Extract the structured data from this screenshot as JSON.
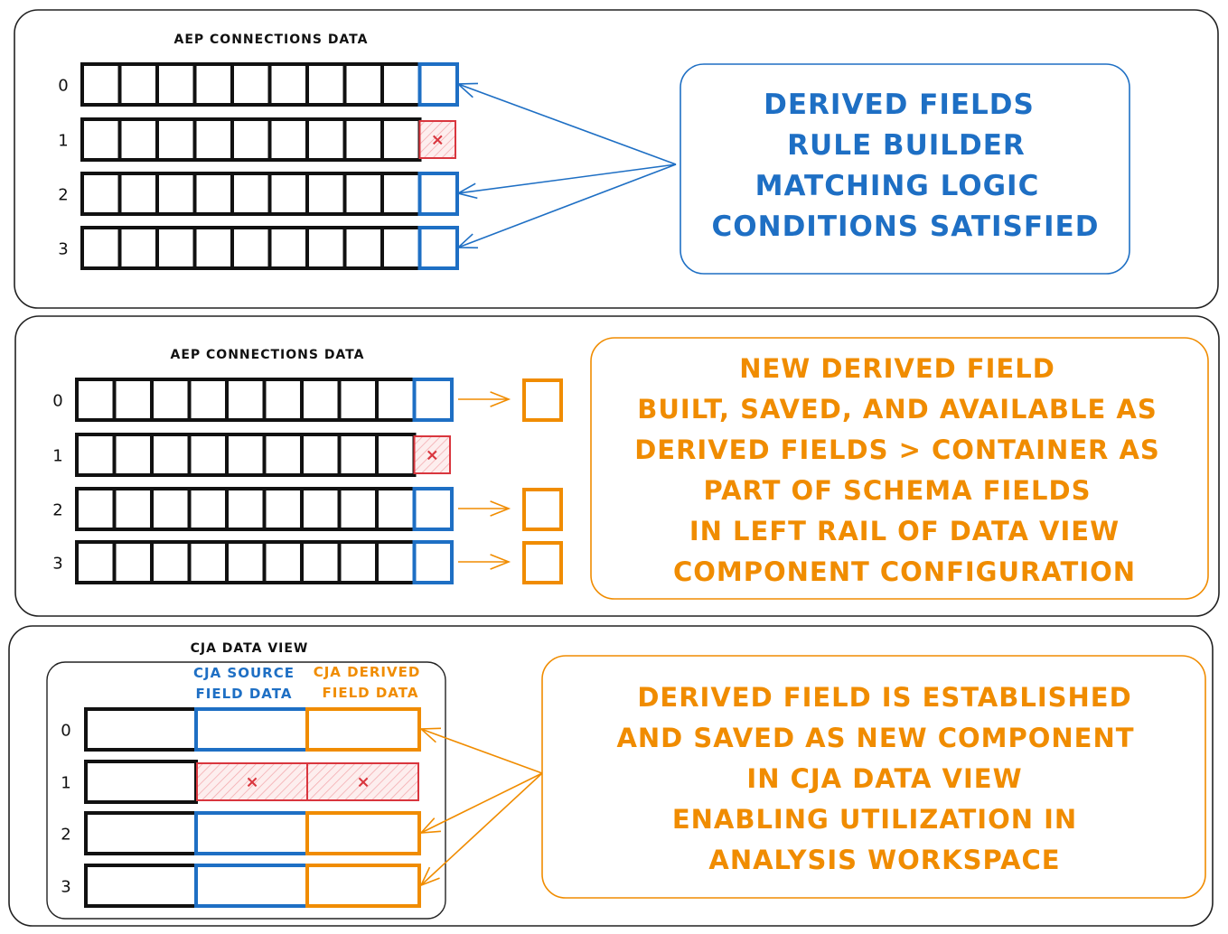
{
  "colors": {
    "black": "#111111",
    "blue": "#1e6fc4",
    "red": "#d9363e",
    "red_fill": "#f7c9cb",
    "orange": "#f08c00",
    "panel_border": "#222222"
  },
  "panel1": {
    "title": "AEP CONNECTIONS DATA",
    "row_labels": [
      "0",
      "1",
      "2",
      "3"
    ],
    "cells_per_row": 9,
    "last_cell_status": [
      "match",
      "no-match",
      "match",
      "match"
    ],
    "fail_mark": "×",
    "callout_lines": [
      "DERIVED FIELDS",
      "RULE BUILDER",
      "MATCHING LOGIC",
      "CONDITIONS SATISFIED"
    ]
  },
  "panel2": {
    "title": "AEP CONNECTIONS DATA",
    "row_labels": [
      "0",
      "1",
      "2",
      "3"
    ],
    "cells_per_row": 9,
    "last_cell_status": [
      "match",
      "no-match",
      "match",
      "match"
    ],
    "fail_mark": "×",
    "callout_lines": [
      "NEW DERIVED FIELD",
      "BUILT, SAVED, AND AVAILABLE AS",
      "DERIVED FIELDS > CONTAINER AS",
      "PART OF SCHEMA FIELDS",
      "IN LEFT RAIL OF DATA VIEW",
      "COMPONENT CONFIGURATION"
    ]
  },
  "panel3": {
    "title": "CJA DATA VIEW",
    "source_header": [
      "CJA SOURCE",
      "FIELD DATA"
    ],
    "derived_header": [
      "CJA DERIVED",
      "FIELD DATA"
    ],
    "row_labels": [
      "0",
      "1",
      "2",
      "3"
    ],
    "row_status": [
      "match",
      "no-match",
      "match",
      "match"
    ],
    "fail_mark": "×",
    "callout_lines": [
      "DERIVED FIELD IS ESTABLISHED",
      "AND SAVED AS NEW COMPONENT",
      "IN CJA DATA VIEW",
      "ENABLING UTILIZATION IN",
      "ANALYSIS WORKSPACE"
    ]
  }
}
